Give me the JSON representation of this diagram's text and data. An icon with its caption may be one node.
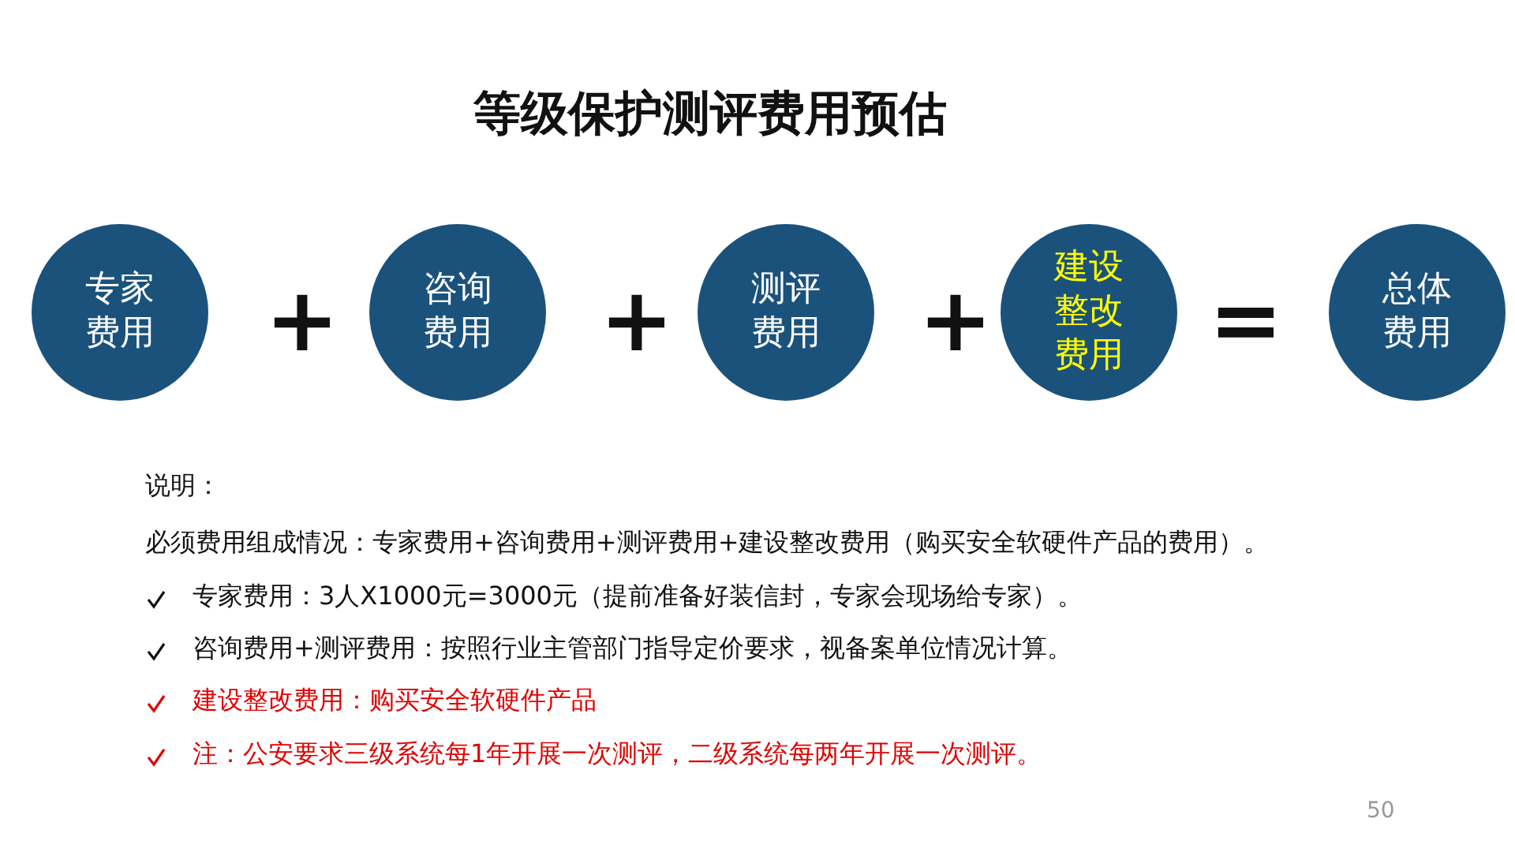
{
  "diagram": {
    "title": "等级保护测评费用预估",
    "nodes": [
      {
        "text": [
          "专家费用"
        ]
      },
      {
        "text": [
          "咨询费用"
        ]
      },
      {
        "text": [
          "测评费用"
        ]
      },
      {
        "text": [
          "建设整改费用"
        ]
      },
      {
        "text": [
          "总体费用"
        ]
      }
    ],
    "labels": [
      "+",
      "+",
      "+",
      "=",
      "说明：",
      "必须费用组成情况：专家费用+咨询费用+测评费用+建设整改费用（购买安全软硬件产品的费用）。",
      "专家费用：3人X1000元=3000元（提前准备好装信封，专家会现场给专家）。",
      "咨询费用+测评费用：按照行业主管部门指导定价要求，视备案单位情况计算。",
      "建设整改费用：购买安全软硬件产品",
      "注：公安要求三级系统每1年开展一次测评，二级系统每两年开展一次测评。",
      "50"
    ]
  }
}
